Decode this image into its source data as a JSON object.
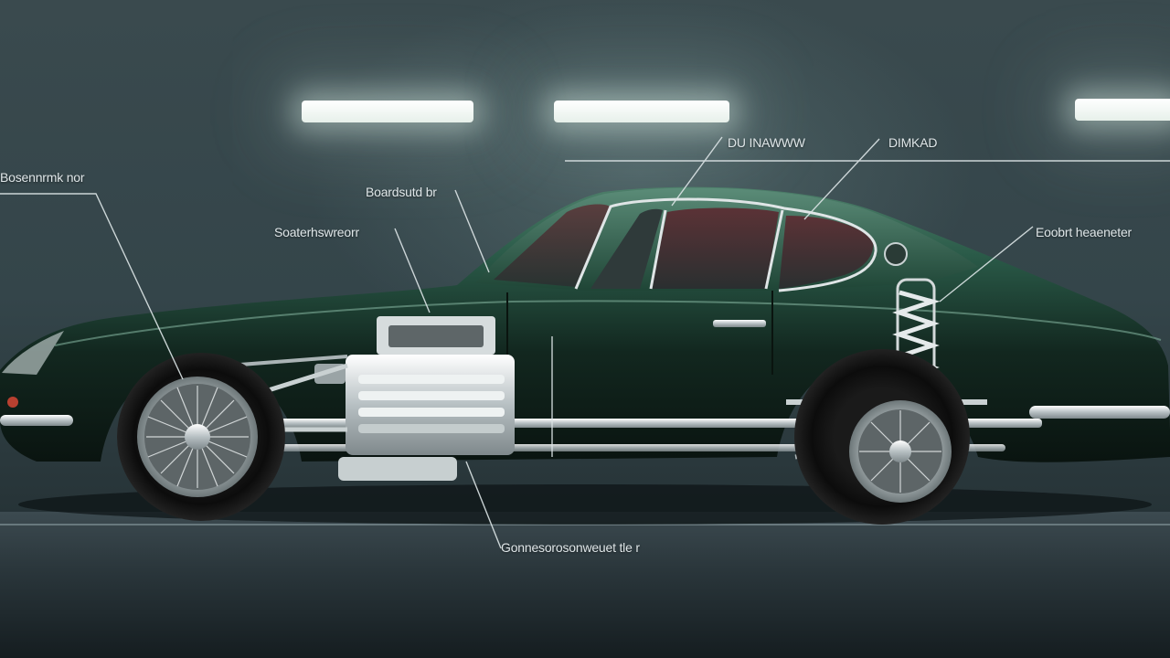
{
  "annotations": {
    "top_center": "DU  INAWWW",
    "top_right": "DIMKAD",
    "left_edge": "Bosennrmk nor",
    "hood_upper": "Boardsutd br",
    "hood_lower": "Soaterhswreorr",
    "right_side": "Eoobrt heaeneter",
    "bottom": "Gonnesorosonweuet tle r"
  },
  "colors": {
    "body": "#1f4536",
    "body_highlight": "#3e6f5c",
    "chrome": "#d9dfe0",
    "glass": "#3a2a2a",
    "wall": "#34454a"
  }
}
